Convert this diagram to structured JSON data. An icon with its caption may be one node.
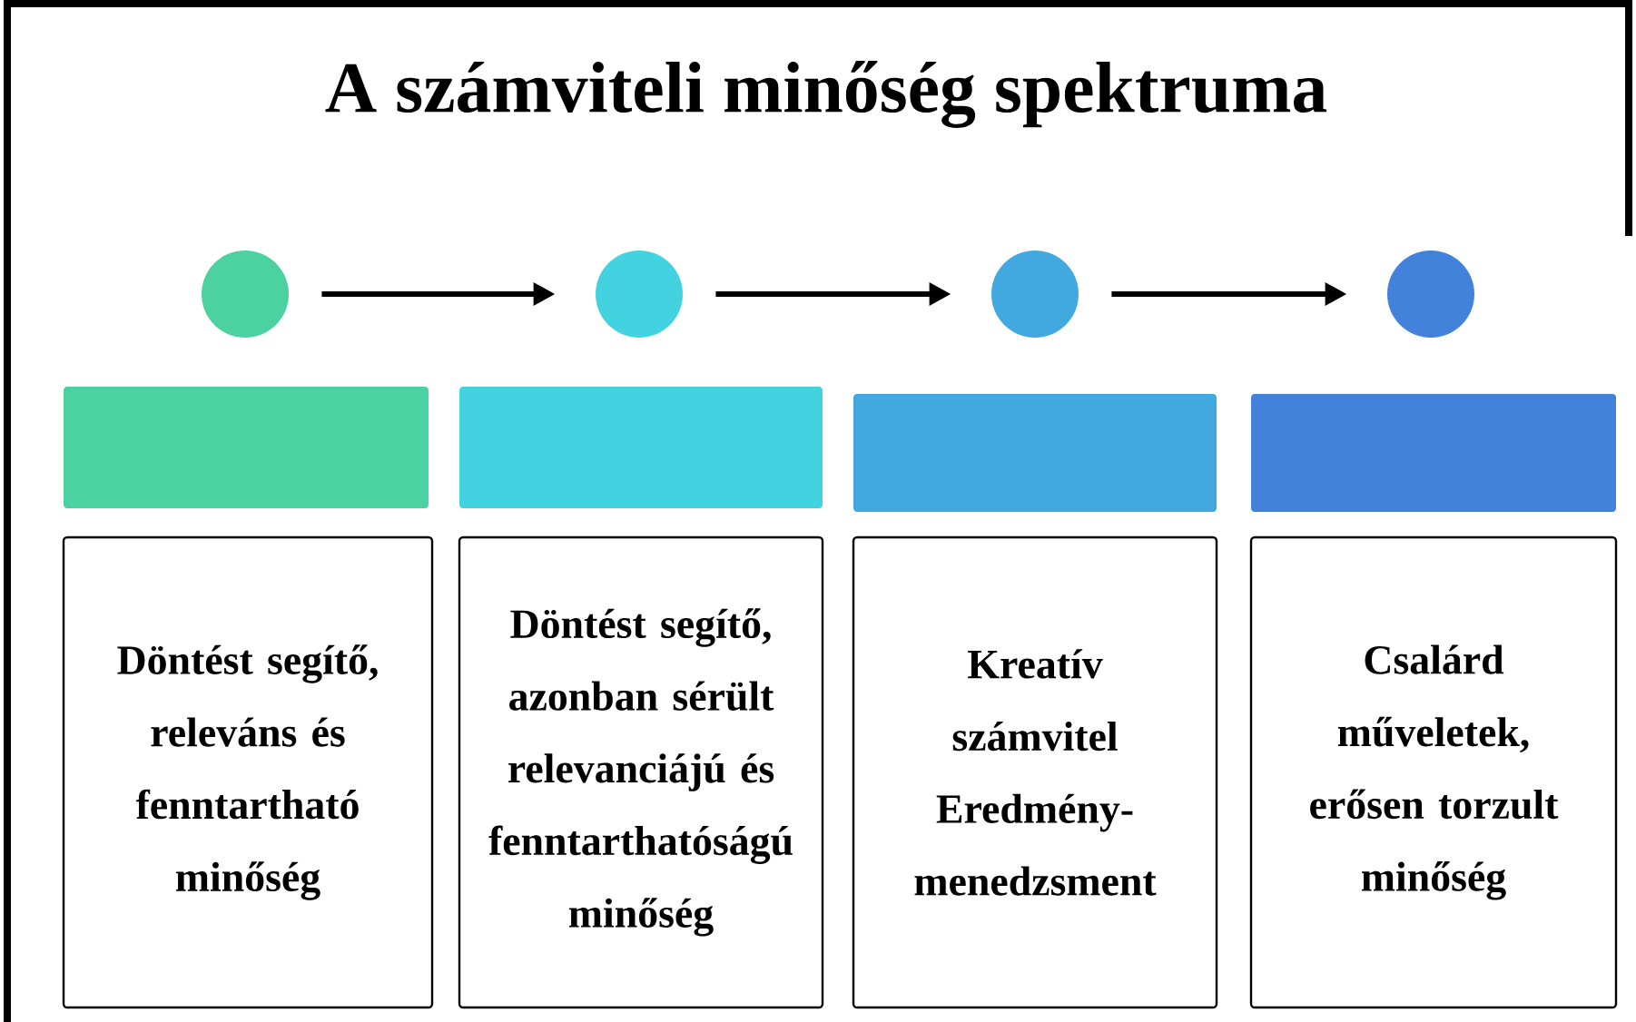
{
  "diagram": {
    "title": "A számviteli minőség spektruma",
    "nodes": [
      {
        "text": [],
        "shape": "circle"
      },
      {
        "text": [],
        "shape": "circle"
      },
      {
        "text": [],
        "shape": "circle"
      },
      {
        "text": [],
        "shape": "circle"
      },
      {
        "text": [],
        "shape": "bar"
      },
      {
        "text": [],
        "shape": "bar"
      },
      {
        "text": [],
        "shape": "bar"
      },
      {
        "text": [],
        "shape": "bar"
      },
      {
        "text": [
          "Döntést segítő, releváns és fenntartható minőség"
        ]
      },
      {
        "text": [
          "Döntést segítő, azonban sérült relevanciájú és fenntarthatóságú minőség"
        ]
      },
      {
        "text": [
          "Kreatív számvitel Eredmény-menedzsment"
        ]
      },
      {
        "text": [
          "Csalárd műveletek, erősen torzult minőség"
        ]
      }
    ],
    "edges": [
      {
        "from": 0,
        "to": 1,
        "arrow": "to"
      },
      {
        "from": 1,
        "to": 2,
        "arrow": "to"
      },
      {
        "from": 2,
        "to": 3,
        "arrow": "to"
      }
    ]
  }
}
